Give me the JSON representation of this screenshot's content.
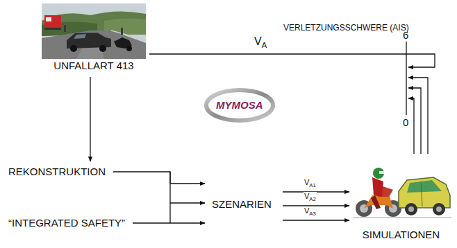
{
  "diagram": {
    "nodes": [
      {
        "text": [
          "UNFALLART 413"
        ]
      },
      {
        "text": [
          "VERLETZUNGSSCHWERE (AIS)"
        ]
      },
      {
        "text": [
          "REKONSTRUKTION"
        ]
      },
      {
        "text": [
          "“INTEGRATED SAFETY”"
        ]
      },
      {
        "text": [
          "SZENARIEN"
        ]
      },
      {
        "text": [
          "SIMULATIONEN"
        ]
      }
    ],
    "edges": [
      {
        "from": 0,
        "to": 2,
        "arrow": "to"
      },
      {
        "from": 0,
        "to": 1,
        "label": "VA",
        "arrow": "to"
      },
      {
        "from": 2,
        "to": 4,
        "arrow": "to"
      },
      {
        "from": 3,
        "to": 4,
        "arrow": "to"
      },
      {
        "from": 4,
        "to": 5,
        "label": "VA1",
        "arrow": "to"
      },
      {
        "from": 4,
        "to": 5,
        "label": "VA2",
        "arrow": "to"
      },
      {
        "from": 4,
        "to": 5,
        "label": "VA3",
        "arrow": "to"
      },
      {
        "from": 5,
        "to": 1,
        "arrow": "to"
      },
      {
        "from": 5,
        "to": 1,
        "arrow": "to"
      },
      {
        "from": 5,
        "to": 1,
        "arrow": "to"
      }
    ],
    "labels": [
      "6",
      "0",
      "MYMOSA"
    ]
  }
}
